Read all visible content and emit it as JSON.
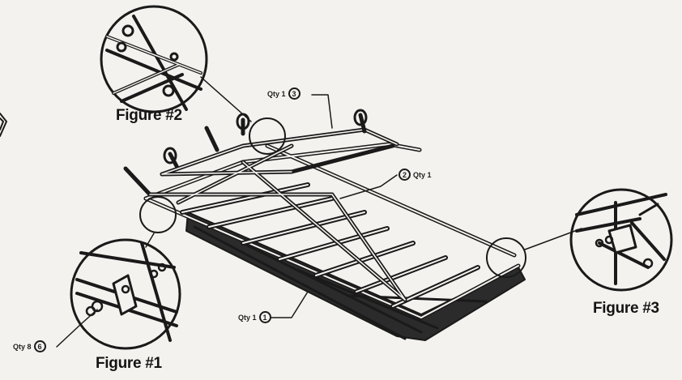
{
  "figures": [
    {
      "id": "fig1",
      "label": "Figure #1"
    },
    {
      "id": "fig2",
      "label": "Figure #2"
    },
    {
      "id": "fig3",
      "label": "Figure #3"
    }
  ],
  "callouts": [
    {
      "id": "c1",
      "qty_text": "Qty 1",
      "number": "1"
    },
    {
      "id": "c2",
      "qty_text": "Qty 1",
      "number": "2"
    },
    {
      "id": "c3",
      "qty_text": "Qty 1",
      "number": "3"
    },
    {
      "id": "c6",
      "qty_text": "Qty 8",
      "number": "6"
    }
  ],
  "colors": {
    "ink": "#1a1a1a",
    "paper": "#f4f2ee",
    "shade": "#2b2b2b"
  }
}
